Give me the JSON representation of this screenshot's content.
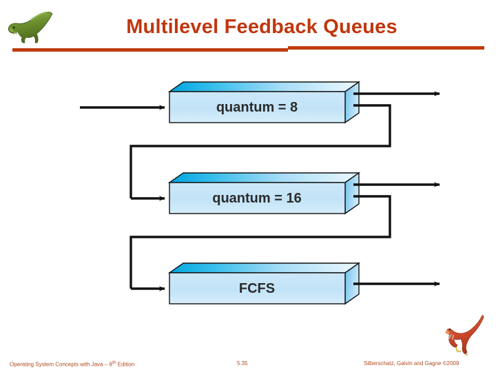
{
  "slide": {
    "title": "Multilevel Feedback Queues",
    "title_color": "#c0360c",
    "rule_color": "#bf3d0d",
    "background": "#ffffff"
  },
  "logos": {
    "header_dinosaur": "green-dinosaur-icon",
    "footer_dinosaur": "orange-dinosaur-icon"
  },
  "diagram": {
    "type": "multilevel-feedback-queue",
    "queue_box_colors": {
      "front_face": "#c3e3f7",
      "front_face_edge": "#a9d8f2",
      "top_face_left": "#00a9e2",
      "top_face_right": "#eaf6fd",
      "right_face_light": "#bfe2f8",
      "right_face_dark": "#6fc2ec",
      "outline": "#111111"
    },
    "arrow_color": "#111111",
    "queues": [
      {
        "id": "q0",
        "label": "quantum = 8",
        "level": 1,
        "has_demote_loop": true,
        "has_exit_arrow": true,
        "has_entry_arrow": true
      },
      {
        "id": "q1",
        "label": "quantum = 16",
        "level": 2,
        "has_demote_loop": true,
        "has_exit_arrow": true,
        "has_entry_arrow": true
      },
      {
        "id": "q2",
        "label": "FCFS",
        "level": 3,
        "has_demote_loop": false,
        "has_exit_arrow": true,
        "has_entry_arrow": true
      }
    ],
    "flow_description": "Processes enter the highest-priority queue (quantum = 8); completed work exits right, unfinished work loops down into quantum = 16 and then into FCFS."
  },
  "footer": {
    "left": "Operating System Concepts with Java – 8th Edition",
    "left_main": "Operating System Concepts with Java – 8",
    "left_sup": "th",
    "left_tail": " Edition",
    "page": "5.35",
    "right": "Silberschatz, Galvin and Gagne ©2009",
    "color": "#b04a20"
  }
}
